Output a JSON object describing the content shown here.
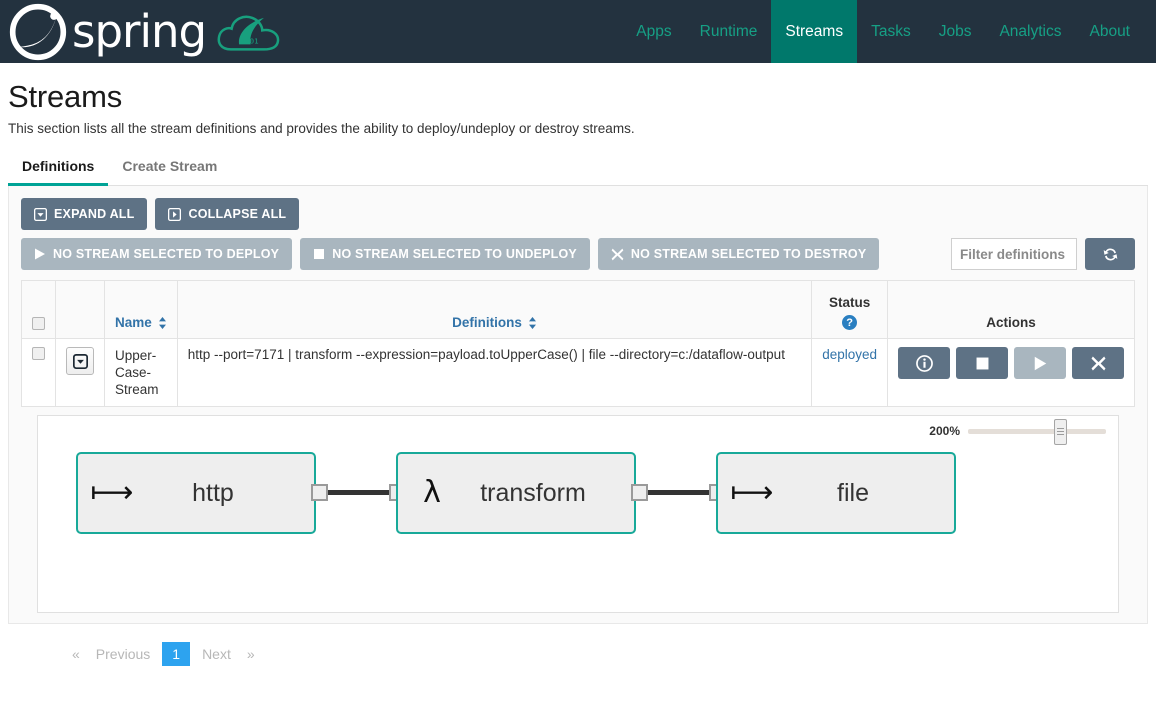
{
  "header": {
    "brand_text": "spring",
    "brand_icon": "spring-leaf-logo",
    "dataflow_icon": "dataflow-cloud-logo",
    "nav": [
      {
        "label": "Apps",
        "active": false
      },
      {
        "label": "Runtime",
        "active": false
      },
      {
        "label": "Streams",
        "active": true
      },
      {
        "label": "Tasks",
        "active": false
      },
      {
        "label": "Jobs",
        "active": false
      },
      {
        "label": "Analytics",
        "active": false
      },
      {
        "label": "About",
        "active": false
      }
    ]
  },
  "page": {
    "title": "Streams",
    "subtitle": "This section lists all the stream definitions and provides the ability to deploy/undeploy or destroy streams."
  },
  "tabs": [
    {
      "label": "Definitions",
      "active": true
    },
    {
      "label": "Create Stream",
      "active": false
    }
  ],
  "toolbar": {
    "expand_all": "EXPAND ALL",
    "collapse_all": "COLLAPSE ALL",
    "deploy": "NO STREAM SELECTED TO DEPLOY",
    "undeploy": "NO STREAM SELECTED TO UNDEPLOY",
    "destroy": "NO STREAM SELECTED TO DESTROY",
    "filter_placeholder": "Filter definitions",
    "filter_value": "",
    "refresh_icon": "refresh-icon"
  },
  "table": {
    "columns": {
      "name": "Name",
      "definitions": "Definitions",
      "status": "Status",
      "actions": "Actions"
    },
    "rows": [
      {
        "name": "Upper-Case-Stream",
        "definition": "http --port=7171 | transform --expression=payload.toUpperCase() | file --directory=c:/dataflow-output",
        "status": "deployed",
        "actions": [
          {
            "name": "info-button",
            "icon": "info-icon",
            "disabled": false
          },
          {
            "name": "undeploy-button",
            "icon": "stop-icon",
            "disabled": false
          },
          {
            "name": "deploy-button",
            "icon": "play-icon",
            "disabled": true
          },
          {
            "name": "destroy-button",
            "icon": "times-icon",
            "disabled": false
          }
        ]
      }
    ]
  },
  "flow": {
    "zoom_label": "200%",
    "nodes": [
      {
        "label": "http",
        "icon": "⟼",
        "icon_name": "source-arrow-icon"
      },
      {
        "label": "transform",
        "icon": "λ",
        "icon_name": "lambda-processor-icon"
      },
      {
        "label": "file",
        "icon": "⟼",
        "icon_name": "sink-arrow-icon"
      }
    ]
  },
  "pagination": {
    "prev_symbol": "«",
    "prev": "Previous",
    "pages": [
      "1"
    ],
    "next": "Next",
    "next_symbol": "»"
  },
  "colors": {
    "navbar": "#23323f",
    "accent": "#00786b",
    "teal": "#18a999",
    "link": "#3273a8",
    "button_grey": "#5e7285",
    "disabled_grey": "#a9b6bf",
    "page_active": "#2da3ef"
  }
}
